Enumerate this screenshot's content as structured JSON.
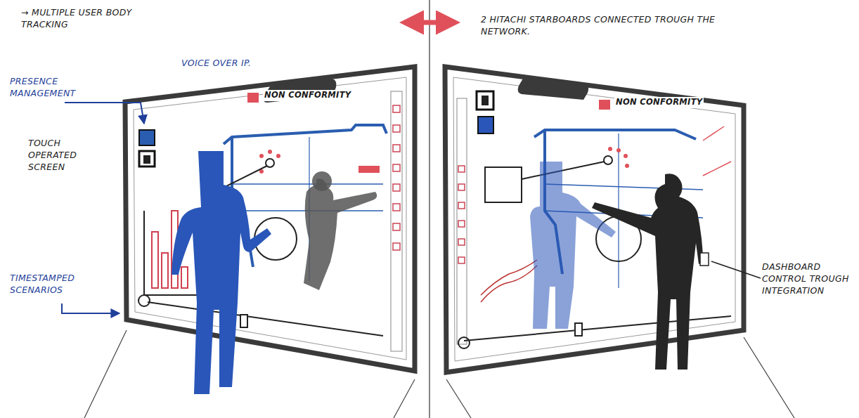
{
  "diagram": {
    "labels": [
      "→ MULTIPLE USER BODY TRACKING",
      "PRESENCE MANAGEMENT",
      "VOICE OVER IP.",
      "TOUCH OPERATED SCREEN",
      "TIMESTAMPED SCENARIOS",
      "2 HITACHI STARBOARDS CONNECTED TROUGH THE NETWORK.",
      "DASHBOARD CONTROL TROUGH INTEGRATION",
      "NON CONFORMITY",
      "NON CONFORMITY"
    ]
  }
}
